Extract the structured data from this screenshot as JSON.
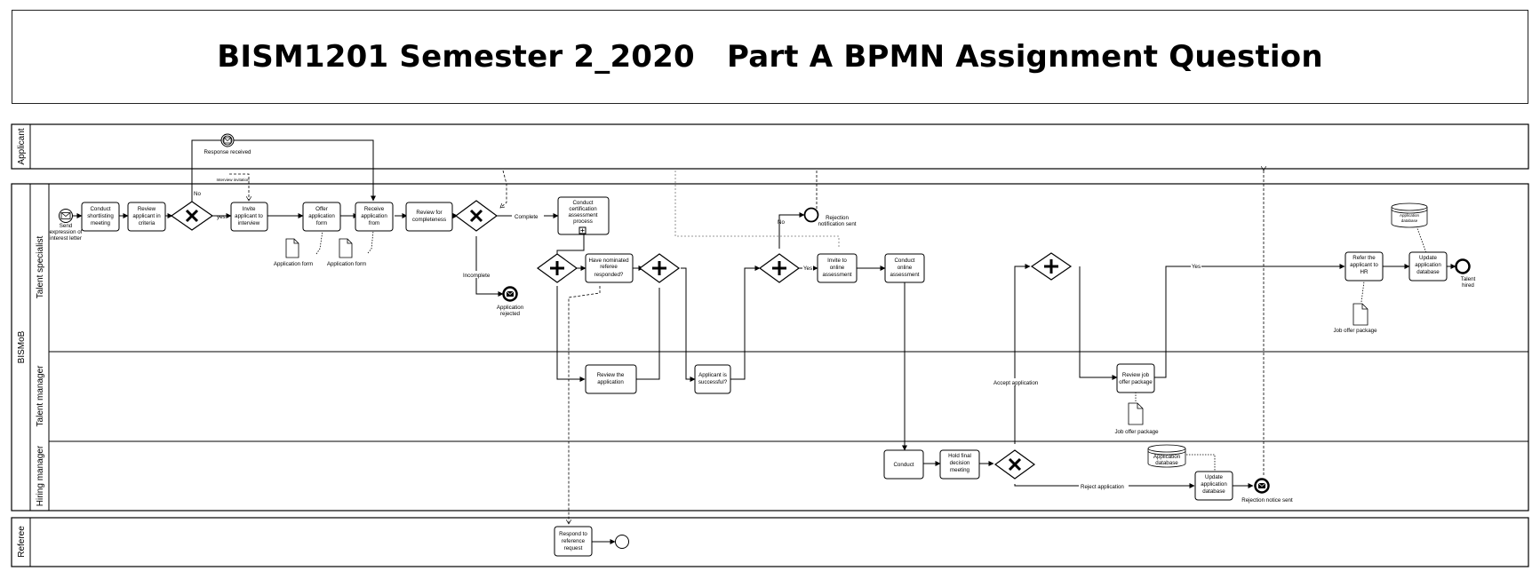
{
  "title": "BISM1201 Semester 2_2020   Part A BPMN Assignment Question",
  "pools": {
    "applicant": "Applicant",
    "bismob": "BISMoB",
    "referee": "Referee"
  },
  "lanes": {
    "talent_specialist": "Talent specialist",
    "talent_manager": "Talent manager",
    "hiring_manager": "Hiring manager"
  },
  "events": {
    "send_expression": [
      "Send",
      "expression of",
      "interest letter"
    ],
    "response_received": "Response received",
    "interview_invitation": "Interview invitation",
    "rejection_notification": [
      "Rejection",
      "notification sent"
    ],
    "application_rejected": [
      "Application",
      "rejected"
    ],
    "talent_hired": [
      "Talent",
      "hired"
    ],
    "rejection_notice": "Rejection notice sent"
  },
  "tasks": {
    "conduct_shortlisting": [
      "Conduct",
      "shortlisting",
      "meeting"
    ],
    "review_criteria": [
      "Review",
      "applicant in",
      "criteria"
    ],
    "invite_interview": [
      "Invite",
      "applicant to",
      "interview"
    ],
    "offer_form": [
      "Offer",
      "application",
      "form"
    ],
    "receive_form": [
      "Receive",
      "application",
      "from"
    ],
    "review_completeness": [
      "Review for",
      "completeness"
    ],
    "conduct_certification": [
      "Conduct",
      "certification",
      "assessment",
      "process"
    ],
    "have_referee": [
      "Have nominated",
      "referee",
      "responded?"
    ],
    "review_application": [
      "Review the",
      "application"
    ],
    "applicant_successful": [
      "Applicant is",
      "successful?"
    ],
    "invite_online": [
      "Invite to",
      "online",
      "assessment"
    ],
    "conduct_online": [
      "Conduct",
      "online",
      "assessment"
    ],
    "conduct": [
      "Conduct"
    ],
    "hold_final": [
      "Hold final",
      "decision",
      "meeting"
    ],
    "review_offer": [
      "Review job",
      "offer package"
    ],
    "refer_hr": [
      "Refer the",
      "applicant to",
      "HR"
    ],
    "update_db_top": [
      "Update",
      "application",
      "database"
    ],
    "update_db_bottom": [
      "Update",
      "application",
      "database"
    ],
    "respond_reference": [
      "Respond to",
      "reference",
      "request"
    ]
  },
  "data_objects": {
    "application_form_1": "Application form",
    "application_form_2": "Application form",
    "job_offer_package_manager": "Job offer package",
    "job_offer_package_specialist": "Job offer package"
  },
  "data_stores": {
    "db_top": [
      "Application",
      "database"
    ],
    "db_bottom": [
      "Application",
      "database"
    ]
  },
  "flow_labels": {
    "no_top": "No",
    "yes_1": "yes",
    "complete": "Complete",
    "incomplete": "Incomplete",
    "no_rejection": "No",
    "yes_invite": "Yes",
    "yes_hr": "Yes",
    "accept_application": "Accept application",
    "reject_application": "Reject application"
  }
}
